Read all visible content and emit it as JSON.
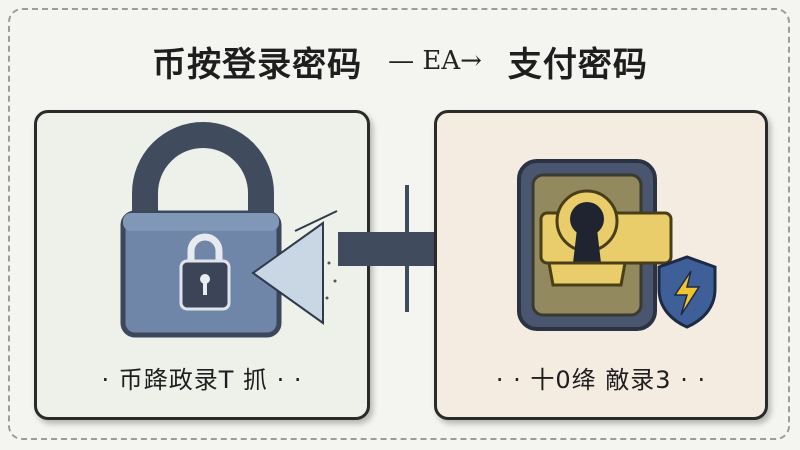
{
  "heading": {
    "left_text": "币按登录密码",
    "arrow_text": "— EA→",
    "right_text": "支付密码"
  },
  "left_panel": {
    "caption": "· 币跭政录T 抓 · ·",
    "icons": [
      "padlock-icon",
      "small-padlock-icon",
      "light-beam-icon"
    ]
  },
  "right_panel": {
    "caption": "· · 十0绛 敵录3 · ·",
    "icons": [
      "keyhole-plate-icon",
      "shield-lightning-icon"
    ]
  },
  "colors": {
    "lock_body": "#6f86a9",
    "lock_shackle": "#404b5e",
    "plate_gold": "#e8cd6a",
    "shield": "#3f5f98",
    "bolt": "#f0c530"
  }
}
